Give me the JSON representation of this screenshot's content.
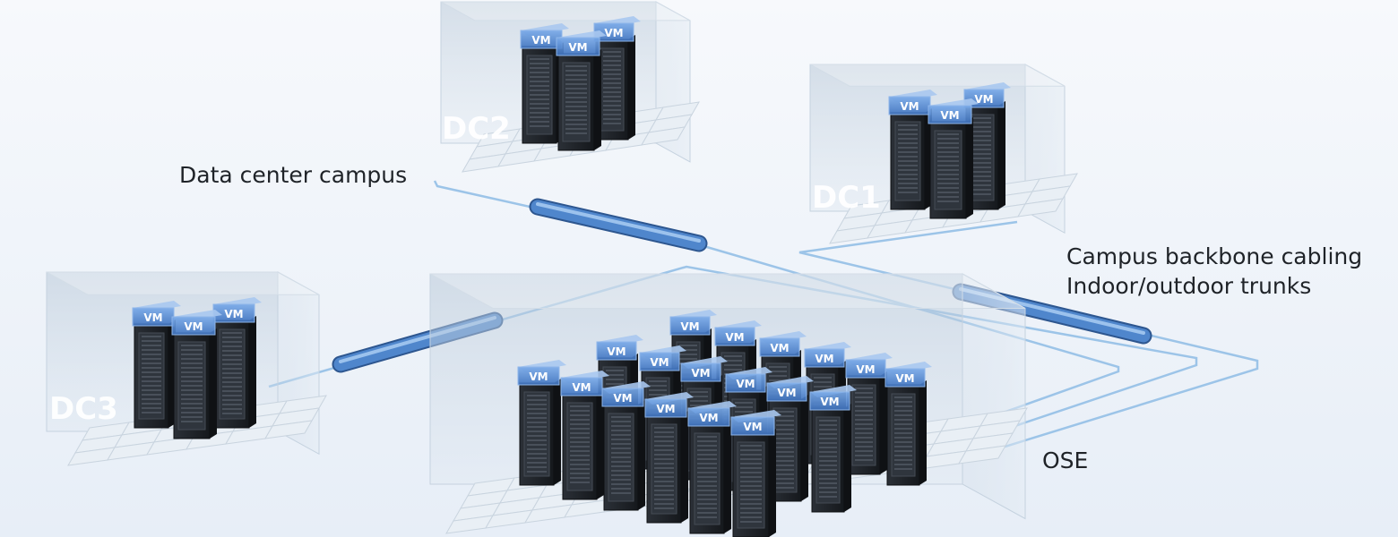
{
  "labels": {
    "campus": "Data center campus",
    "backbone_line1": "Campus backbone cabling",
    "backbone_line2": "Indoor/outdoor trunks",
    "ose": "OSE"
  },
  "rooms": {
    "dc1": "DC1",
    "dc2": "DC2",
    "dc3": "DC3"
  },
  "vm_label": "VM",
  "colors": {
    "background": "#eef3f9",
    "cable": "#9cc4e8",
    "trunk": "#4f86cc",
    "vm_block": "#5b8fd6",
    "rack": "#1e2227"
  }
}
